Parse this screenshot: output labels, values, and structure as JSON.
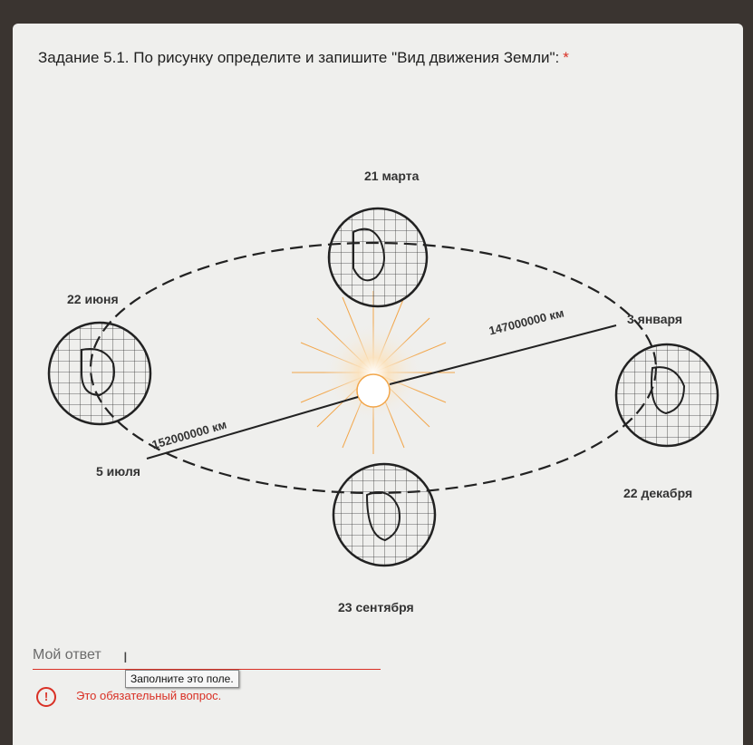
{
  "question": {
    "title": "Задание 5.1. По рисунку определите и запишите \"Вид движения Земли\":",
    "required_mark": "*"
  },
  "figure": {
    "labels": {
      "march": "21 марта",
      "june": "22 июня",
      "january": "3 января",
      "distance_near": "147000000 км",
      "distance_far": "152000000 км",
      "july": "5 июля",
      "december": "22 декабря",
      "september": "23 сентября"
    }
  },
  "answer": {
    "placeholder": "Мой ответ",
    "tooltip": "Заполните это поле.",
    "error_text": "Это обязательный вопрос."
  },
  "colors": {
    "error": "#d93025",
    "sun": "#f2a64a"
  },
  "icons": {
    "cursor": "text-cursor-icon",
    "error": "exclamation-circle-icon"
  }
}
